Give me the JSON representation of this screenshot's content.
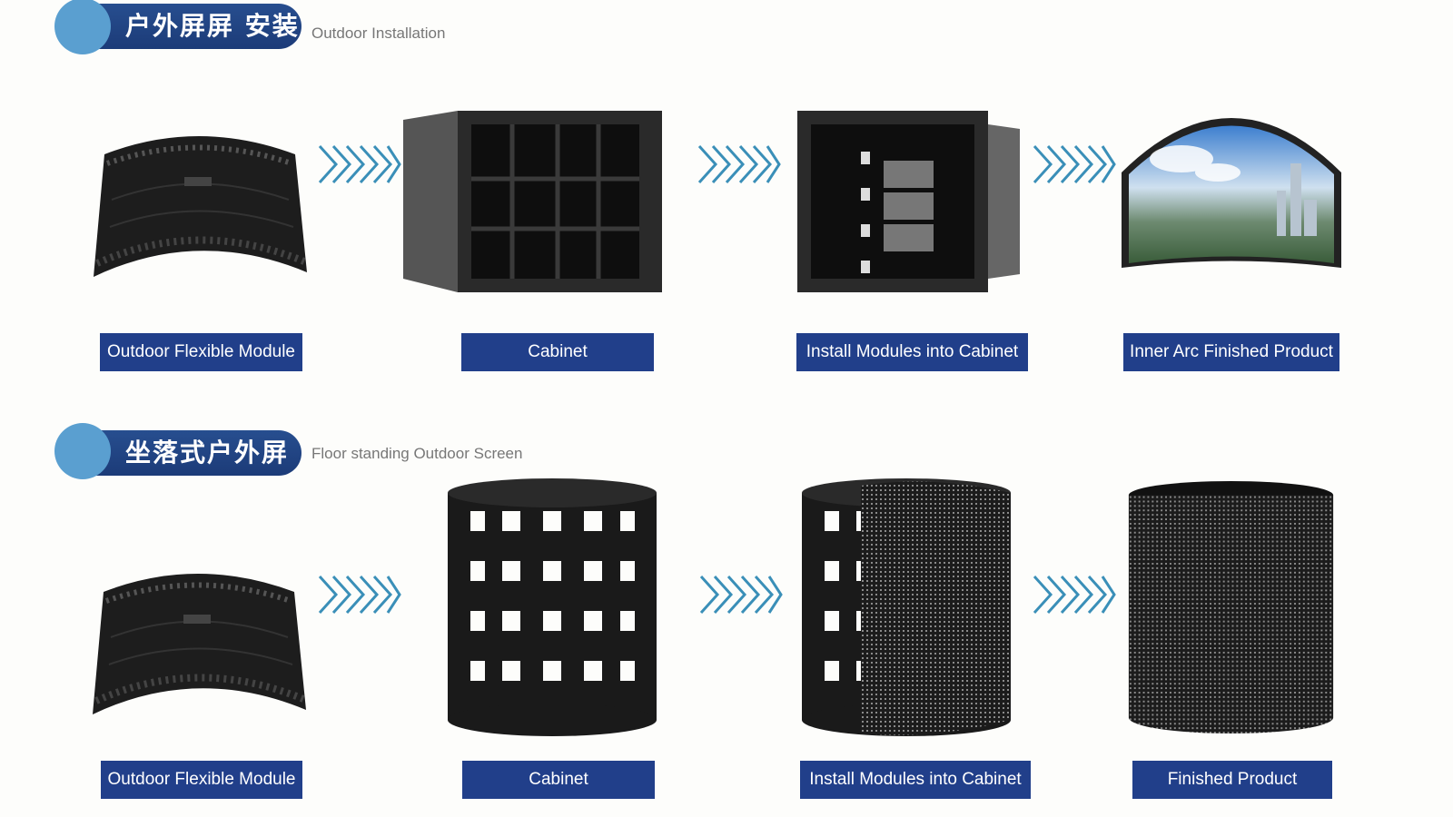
{
  "sections": [
    {
      "title_cn": "户外屏屏 安装",
      "subtitle": "Outdoor Installation",
      "steps": [
        "Outdoor Flexible Module",
        "Cabinet",
        "Install Modules into Cabinet",
        "Inner Arc Finished Product"
      ]
    },
    {
      "title_cn": "坐落式户外屏",
      "subtitle": "Floor standing Outdoor Screen",
      "steps": [
        "Outdoor Flexible Module",
        "Cabinet",
        "Install Modules into Cabinet",
        "Finished Product"
      ]
    }
  ],
  "colors": {
    "accent": "#213f8a",
    "circle": "#5a9fd0",
    "arrow": "#3a8fb8"
  }
}
